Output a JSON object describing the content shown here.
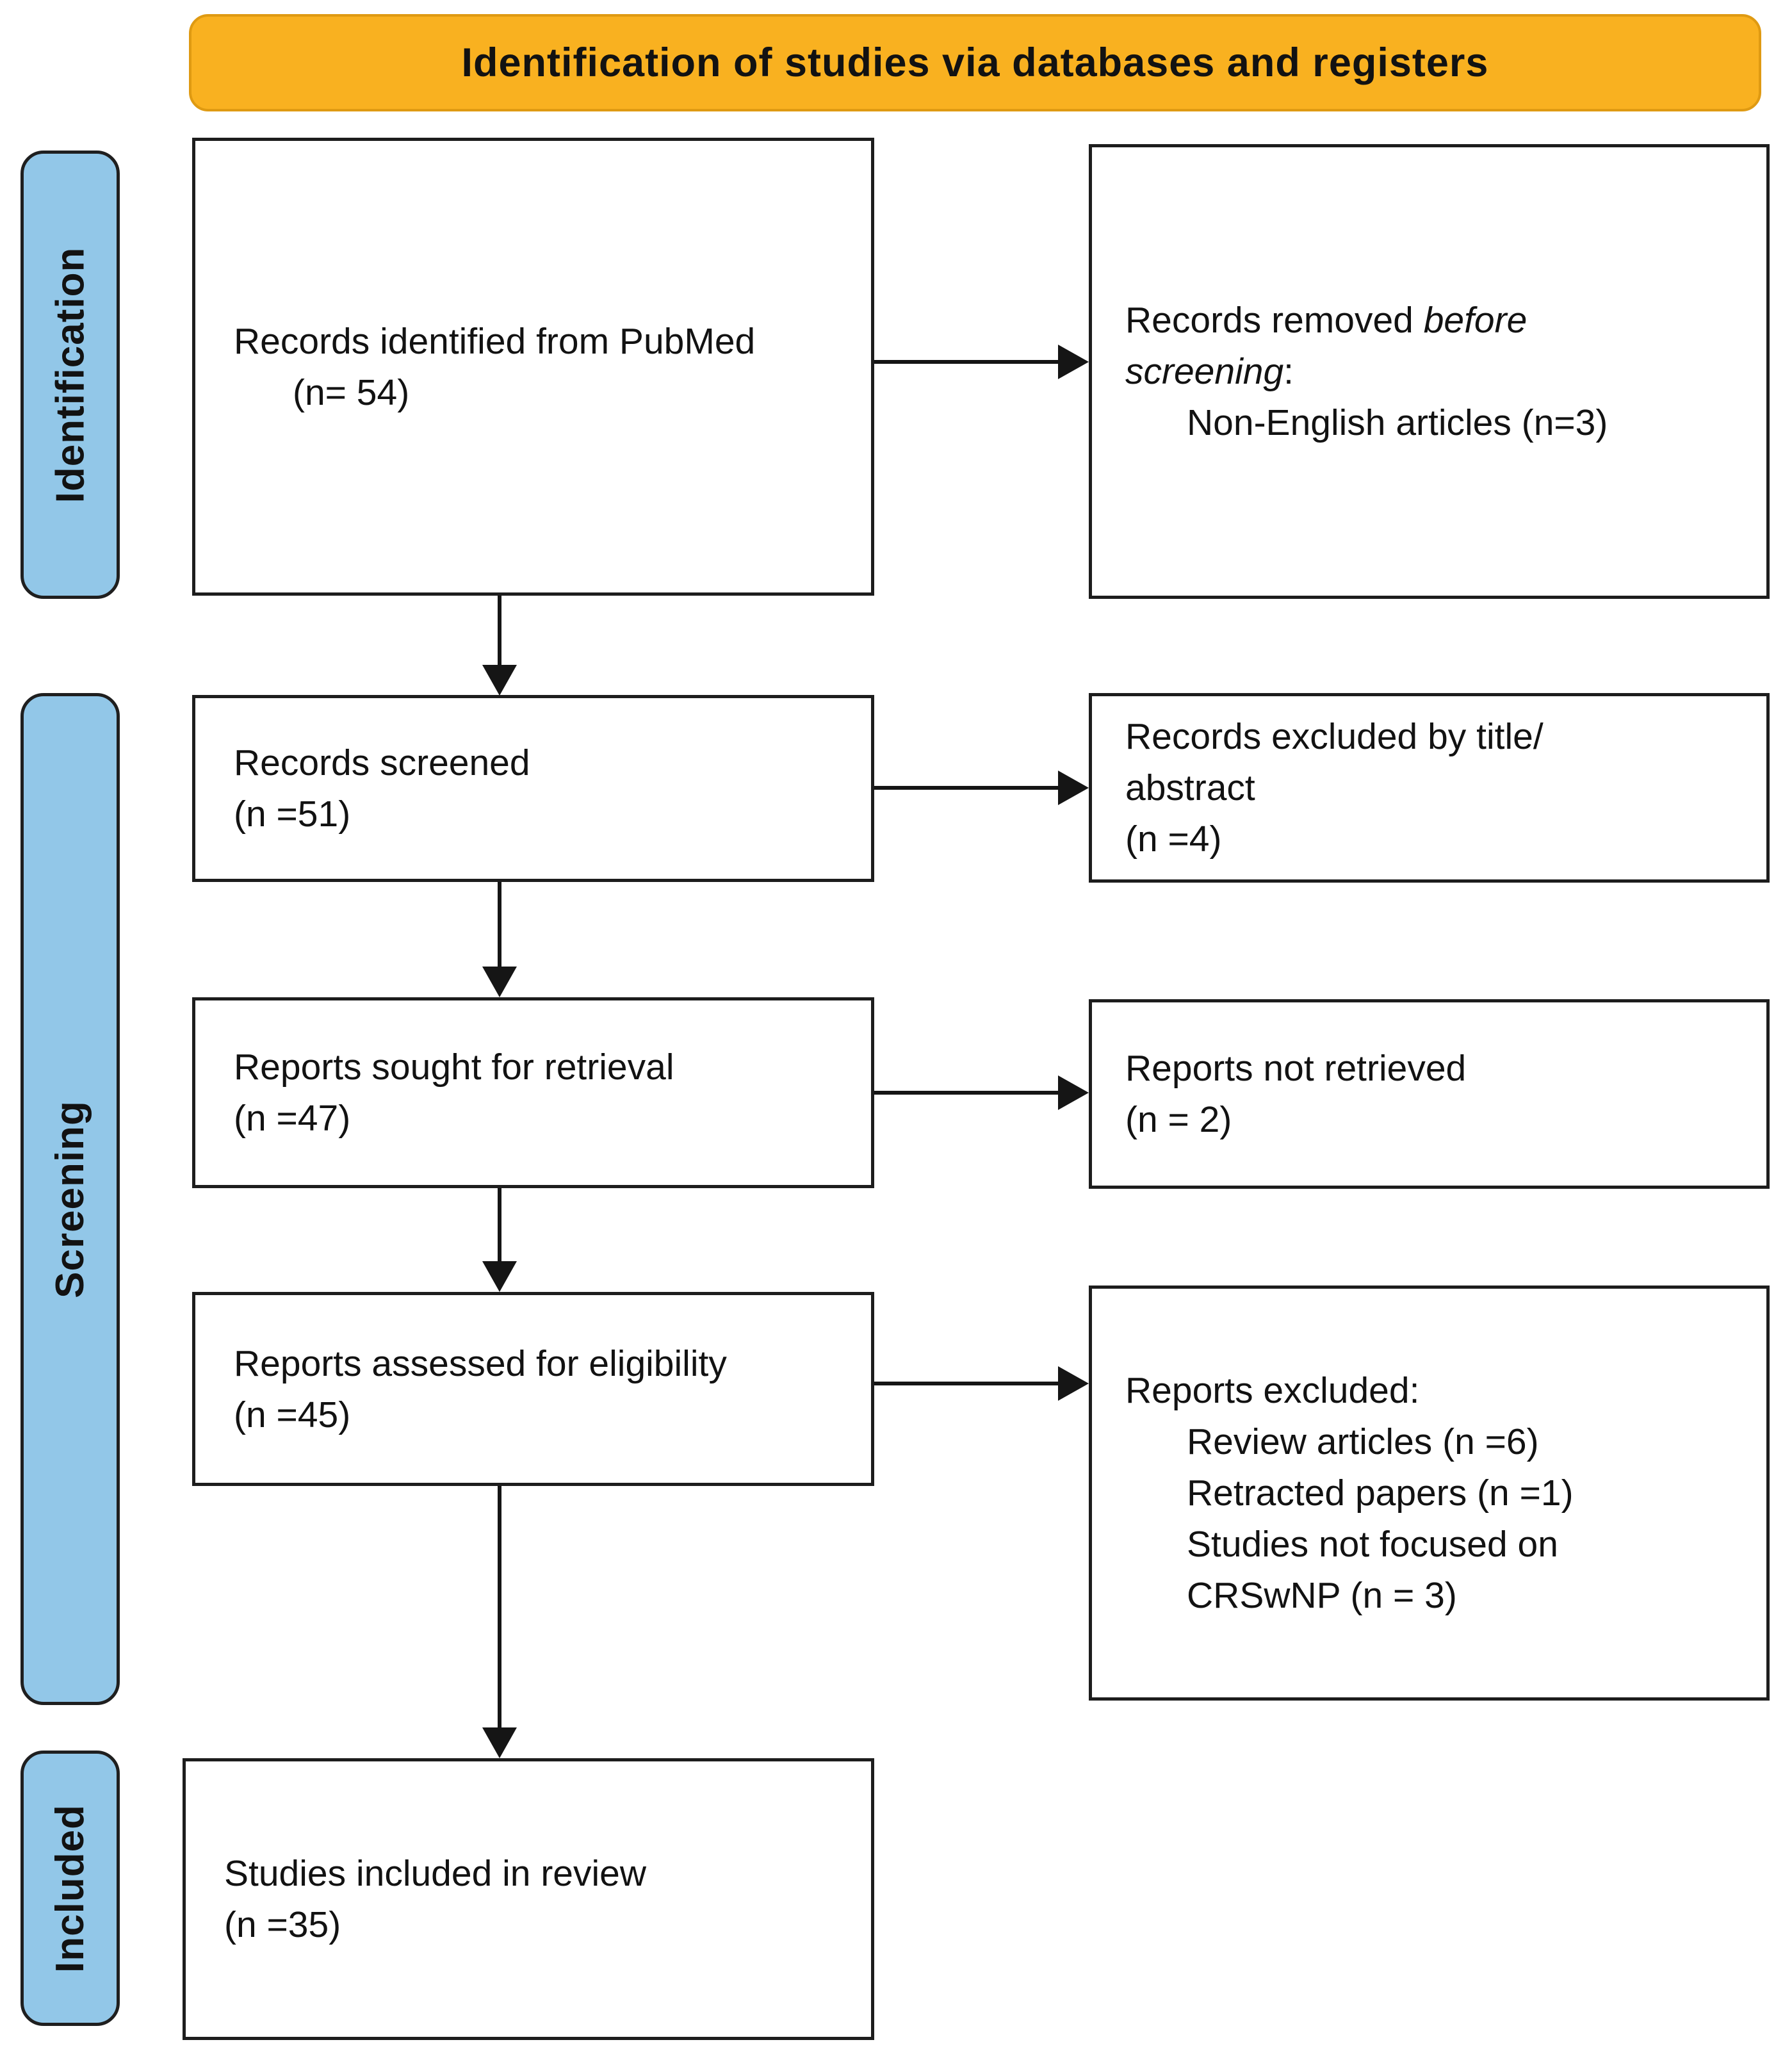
{
  "banner": {
    "title": "Identification of studies via databases and registers"
  },
  "sidebar": {
    "identification_label": "Identification",
    "screening_label": "Screening",
    "included_label": "Included"
  },
  "flow": {
    "records_identified": {
      "line1": "Records identified from PubMed",
      "line2": "(n= 54)"
    },
    "records_removed": {
      "line1_prefix": "Records removed ",
      "line1_italic": "before",
      "line2_italic": "screening",
      "line2_suffix": ":",
      "item1": "Non-English articles (n=3)"
    },
    "records_screened": {
      "line1": "Records screened",
      "line2": "(n =51)"
    },
    "records_excluded": {
      "line1": "Records excluded by title/",
      "line2": "abstract",
      "line3": "(n =4)"
    },
    "reports_sought": {
      "line1": "Reports sought for retrieval",
      "line2": "(n =47)"
    },
    "reports_not_retrieved": {
      "line1": "Reports not retrieved",
      "line2": "(n = 2)"
    },
    "reports_assessed": {
      "line1": "Reports assessed for eligibility",
      "line2": "(n =45)"
    },
    "reports_excluded": {
      "header": "Reports excluded:",
      "item1": "Review articles (n =6)",
      "item2": "Retracted papers (n =1)",
      "item3": "Studies not focused on",
      "item4": "CRSwNP (n = 3)"
    },
    "studies_included": {
      "line1": "Studies included in review",
      "line2": "(n =35)"
    }
  },
  "colors": {
    "banner_bg": "#F9B120",
    "banner_border": "#DF9A12",
    "sidebar_bg": "#92C7E8",
    "sidebar_border": "#1F1F1F",
    "box_border": "#1D1D1D",
    "arrow": "#151515",
    "text": "#121212"
  }
}
